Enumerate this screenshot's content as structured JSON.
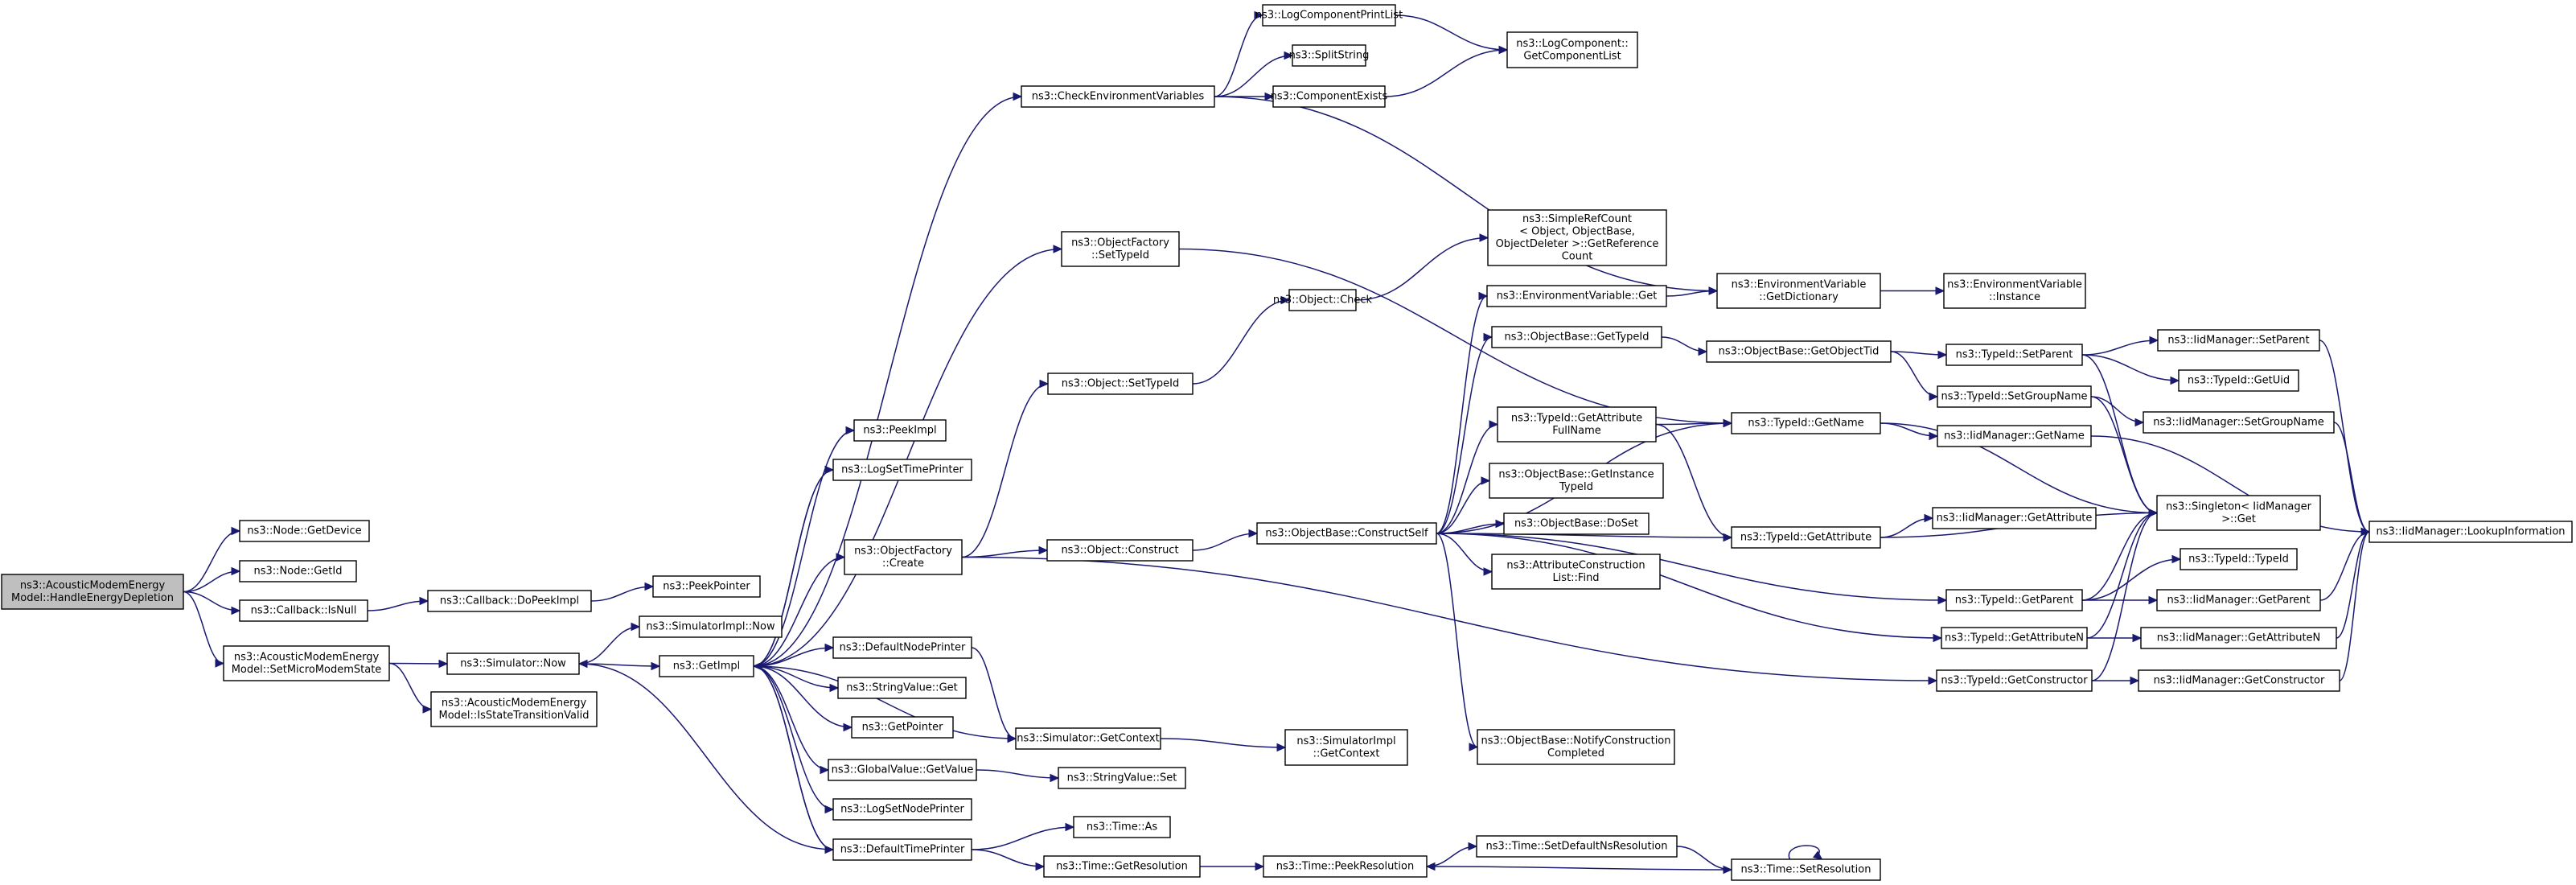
{
  "graph_title": "",
  "colors": {
    "edge": "#191970",
    "node_border": "#000000",
    "node_fill": "#ffffff",
    "root_fill": "#bfbfbf",
    "background": "#ffffff"
  },
  "nodes": {
    "root": [
      "ns3::AcousticModemEnergy",
      "Model::HandleEnergyDepletion"
    ],
    "getdevice": [
      "ns3::Node::GetDevice"
    ],
    "getid": [
      "ns3::Node::GetId"
    ],
    "isnull": [
      "ns3::Callback::IsNull"
    ],
    "dopeekimpl": [
      "ns3::Callback::DoPeekImpl"
    ],
    "peekpointer": [
      "ns3::PeekPointer"
    ],
    "setmicro": [
      "ns3::AcousticModemEnergy",
      "Model::SetMicroModemState"
    ],
    "isvalid": [
      "ns3::AcousticModemEnergy",
      "Model::IsStateTransitionValid"
    ],
    "simnow": [
      "ns3::Simulator::Now"
    ],
    "simimplnow": [
      "ns3::SimulatorImpl::Now"
    ],
    "getimpl": [
      "ns3::GetImpl"
    ],
    "peekimpl": [
      "ns3::PeekImpl"
    ],
    "logsettime": [
      "ns3::LogSetTimePrinter"
    ],
    "ofcreate": [
      "ns3::ObjectFactory",
      "::Create"
    ],
    "defnodeprinter": [
      "ns3::DefaultNodePrinter"
    ],
    "strvalget": [
      "ns3::StringValue::Get"
    ],
    "getpointer": [
      "ns3::GetPointer"
    ],
    "gvget": [
      "ns3::GlobalValue::GetValue"
    ],
    "logsetnode": [
      "ns3::LogSetNodePrinter"
    ],
    "deftimeprinter": [
      "ns3::DefaultTimePrinter"
    ],
    "checkenv": [
      "ns3::CheckEnvironmentVariables"
    ],
    "logcompprint": [
      "ns3::LogComponentPrintList"
    ],
    "splitstring": [
      "ns3::SplitString"
    ],
    "compexists": [
      "ns3::ComponentExists"
    ],
    "logcompget": [
      "ns3::LogComponent::",
      "GetComponentList"
    ],
    "ofsettypeid": [
      "ns3::ObjectFactory",
      "::SetTypeId"
    ],
    "objsettypeid": [
      "ns3::Object::SetTypeId"
    ],
    "objcheck": [
      "ns3::Object::Check"
    ],
    "simplerefcount": [
      "ns3::SimpleRefCount",
      "< Object, ObjectBase,",
      "ObjectDeleter >::GetReference",
      "Count"
    ],
    "objconstruct": [
      "ns3::Object::Construct"
    ],
    "obconstructself": [
      "ns3::ObjectBase::ConstructSelf"
    ],
    "simgetctx": [
      "ns3::Simulator::GetContext"
    ],
    "simimplgetctx": [
      "ns3::SimulatorImpl",
      "::GetContext"
    ],
    "strvalset": [
      "ns3::StringValue::Set"
    ],
    "timeas": [
      "ns3::Time::As"
    ],
    "timegetres": [
      "ns3::Time::GetResolution"
    ],
    "timepeekres": [
      "ns3::Time::PeekResolution"
    ],
    "timesetdef": [
      "ns3::Time::SetDefaultNsResolution"
    ],
    "timesetres": [
      "ns3::Time::SetResolution"
    ],
    "envget": [
      "ns3::EnvironmentVariable::Get"
    ],
    "envgetdict": [
      "ns3::EnvironmentVariable",
      "::GetDictionary"
    ],
    "envinst": [
      "ns3::EnvironmentVariable",
      "::Instance"
    ],
    "obgettypeid": [
      "ns3::ObjectBase::GetTypeId"
    ],
    "obgetobjtid": [
      "ns3::ObjectBase::GetObjectTid"
    ],
    "tidgetattrfull": [
      "ns3::TypeId::GetAttribute",
      "FullName"
    ],
    "tidgetname": [
      "ns3::TypeId::GetName"
    ],
    "obgetinst": [
      "ns3::ObjectBase::GetInstance",
      "TypeId"
    ],
    "obdoset": [
      "ns3::ObjectBase::DoSet"
    ],
    "attrconstr": [
      "ns3::AttributeConstruction",
      "List::Find"
    ],
    "tidgetattr": [
      "ns3::TypeId::GetAttribute"
    ],
    "obnotify": [
      "ns3::ObjectBase::NotifyConstruction",
      "Completed"
    ],
    "tidsetparent": [
      "ns3::TypeId::SetParent"
    ],
    "tidsetgroup": [
      "ns3::TypeId::SetGroupName"
    ],
    "iidgetname": [
      "ns3::IidManager::GetName"
    ],
    "iidgetattr": [
      "ns3::IidManager::GetAttribute"
    ],
    "tidgetparent": [
      "ns3::TypeId::GetParent"
    ],
    "tidgetattrn": [
      "ns3::TypeId::GetAttributeN"
    ],
    "tidgetconstr": [
      "ns3::TypeId::GetConstructor"
    ],
    "iidsetparent": [
      "ns3::IidManager::SetParent"
    ],
    "tidgetuid": [
      "ns3::TypeId::GetUid"
    ],
    "iidsetgroup": [
      "ns3::IidManager::SetGroupName"
    ],
    "singleton": [
      "ns3::Singleton< IidManager",
      " >::Get"
    ],
    "tidtypeid": [
      "ns3::TypeId::TypeId"
    ],
    "iidgetparent": [
      "ns3::IidManager::GetParent"
    ],
    "iidgetattrn": [
      "ns3::IidManager::GetAttributeN"
    ],
    "iidgetconstr": [
      "ns3::IidManager::GetConstructor"
    ],
    "iidlookup": [
      "ns3::IidManager::LookupInformation"
    ]
  }
}
